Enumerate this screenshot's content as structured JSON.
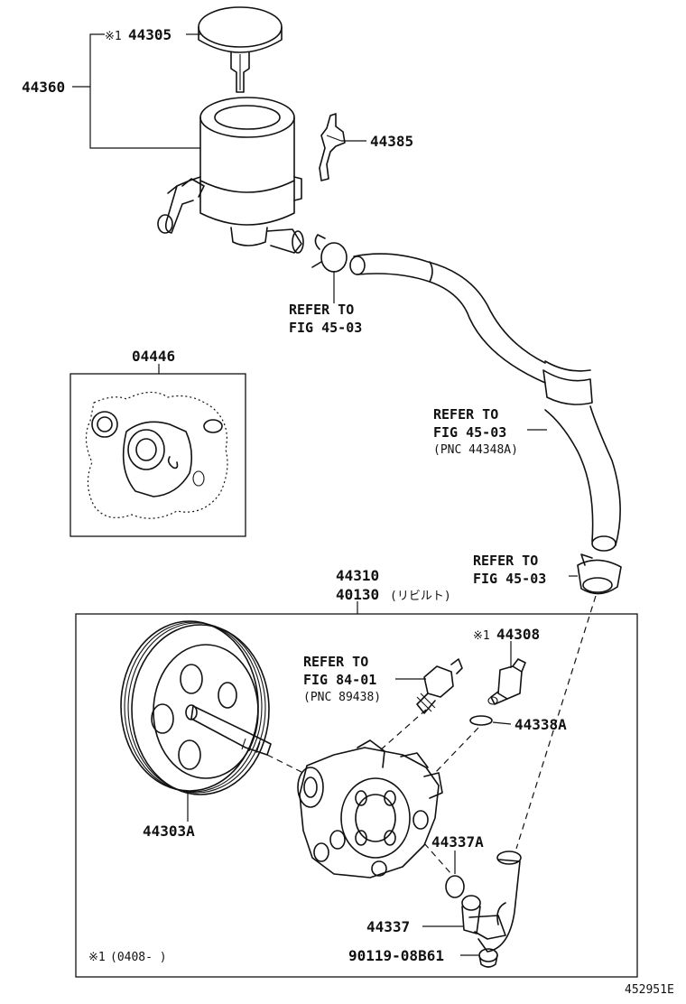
{
  "parts": {
    "p44305": "44305",
    "p44360": "44360",
    "p44385": "44385",
    "p04446": "04446",
    "p44310": "44310",
    "p40130": "40130",
    "p40130_note": "(リビルト)",
    "p44308": "44308",
    "p44338A": "44338A",
    "p44303A": "44303A",
    "p44337A": "44337A",
    "p44337": "44337",
    "p90119": "90119-08B61"
  },
  "marks": {
    "note1": "※1"
  },
  "refs": {
    "r1": {
      "line1": "REFER TO",
      "line2": "FIG 45-03"
    },
    "r2": {
      "line1": "REFER TO",
      "line2": "FIG 45-03",
      "line3": "(PNC 44348A)"
    },
    "r3": {
      "line1": "REFER TO",
      "line2": "FIG 45-03"
    },
    "r4": {
      "line1": "REFER TO",
      "line2": "FIG 84-01",
      "line3": "(PNC 89438)"
    }
  },
  "footnote": {
    "mark": "※1",
    "text": "(0408-  )"
  },
  "illustration_id": "452951E"
}
